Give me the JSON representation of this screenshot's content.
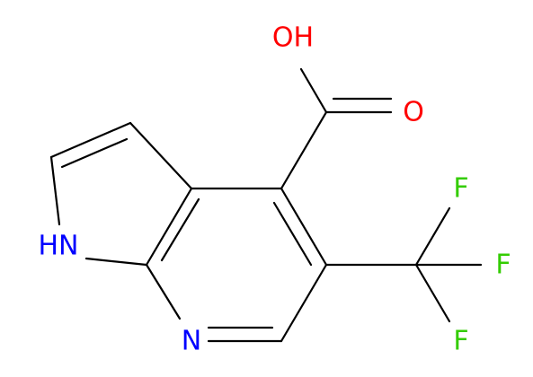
{
  "colors": {
    "bond": "#000000",
    "oxygen": "#ff0000",
    "nitrogen": "#0000ff",
    "fluorine": "#33cc00"
  },
  "atoms": {
    "oh": "OH",
    "o": "O",
    "nh": "HN",
    "n": "N",
    "f1": "F",
    "f2": "F",
    "f3": "F"
  }
}
